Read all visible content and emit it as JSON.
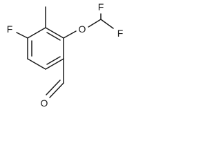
{
  "atoms": {
    "f_ring": "F",
    "f_upper": "F",
    "f_lower": "F",
    "o_ether": "O",
    "o_aldehyde": "O"
  }
}
